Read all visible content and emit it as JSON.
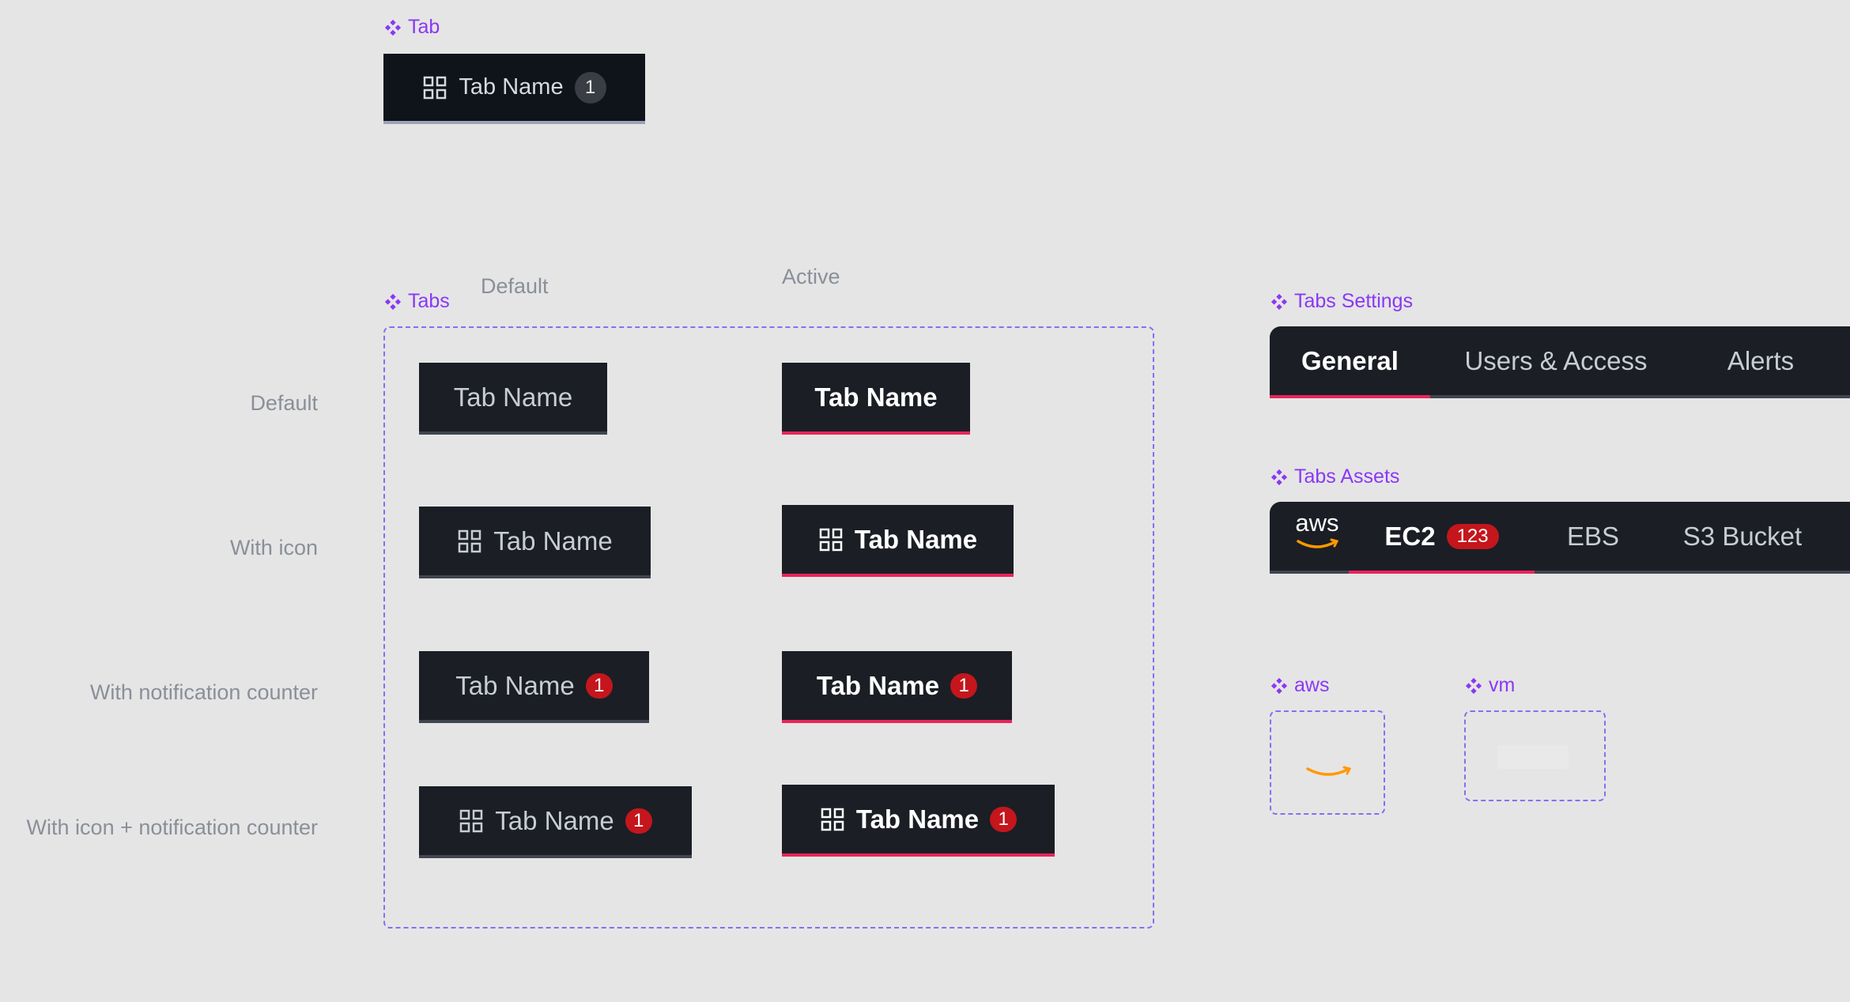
{
  "tab_component": {
    "label": "Tab",
    "tab": {
      "label": "Tab Name",
      "count": "1"
    }
  },
  "tabs_component": {
    "label": "Tabs",
    "columns": {
      "default": "Default",
      "active": "Active"
    },
    "rows": {
      "default": "Default",
      "with_icon": "With icon",
      "with_counter": "With notification counter",
      "with_icon_counter": "With icon + notification counter"
    },
    "tab_label": "Tab Name",
    "counter": "1"
  },
  "tabs_settings": {
    "label": "Tabs Settings",
    "items": [
      "General",
      "Users & Access",
      "Alerts"
    ]
  },
  "tabs_assets": {
    "label": "Tabs Assets",
    "logo_text": "aws",
    "items": [
      {
        "label": "EC2",
        "count": "123"
      },
      {
        "label": "EBS"
      },
      {
        "label": "S3 Bucket"
      }
    ]
  },
  "aws_component": {
    "label": "aws"
  },
  "vm_component": {
    "label": "vm"
  },
  "colors": {
    "background": "#e5e5e5",
    "tab_bg": "#1b1e25",
    "active_underline": "#e8245b",
    "badge": "#c4161c",
    "component_label": "#8a38f5",
    "frame_border": "#8a6cf5"
  }
}
